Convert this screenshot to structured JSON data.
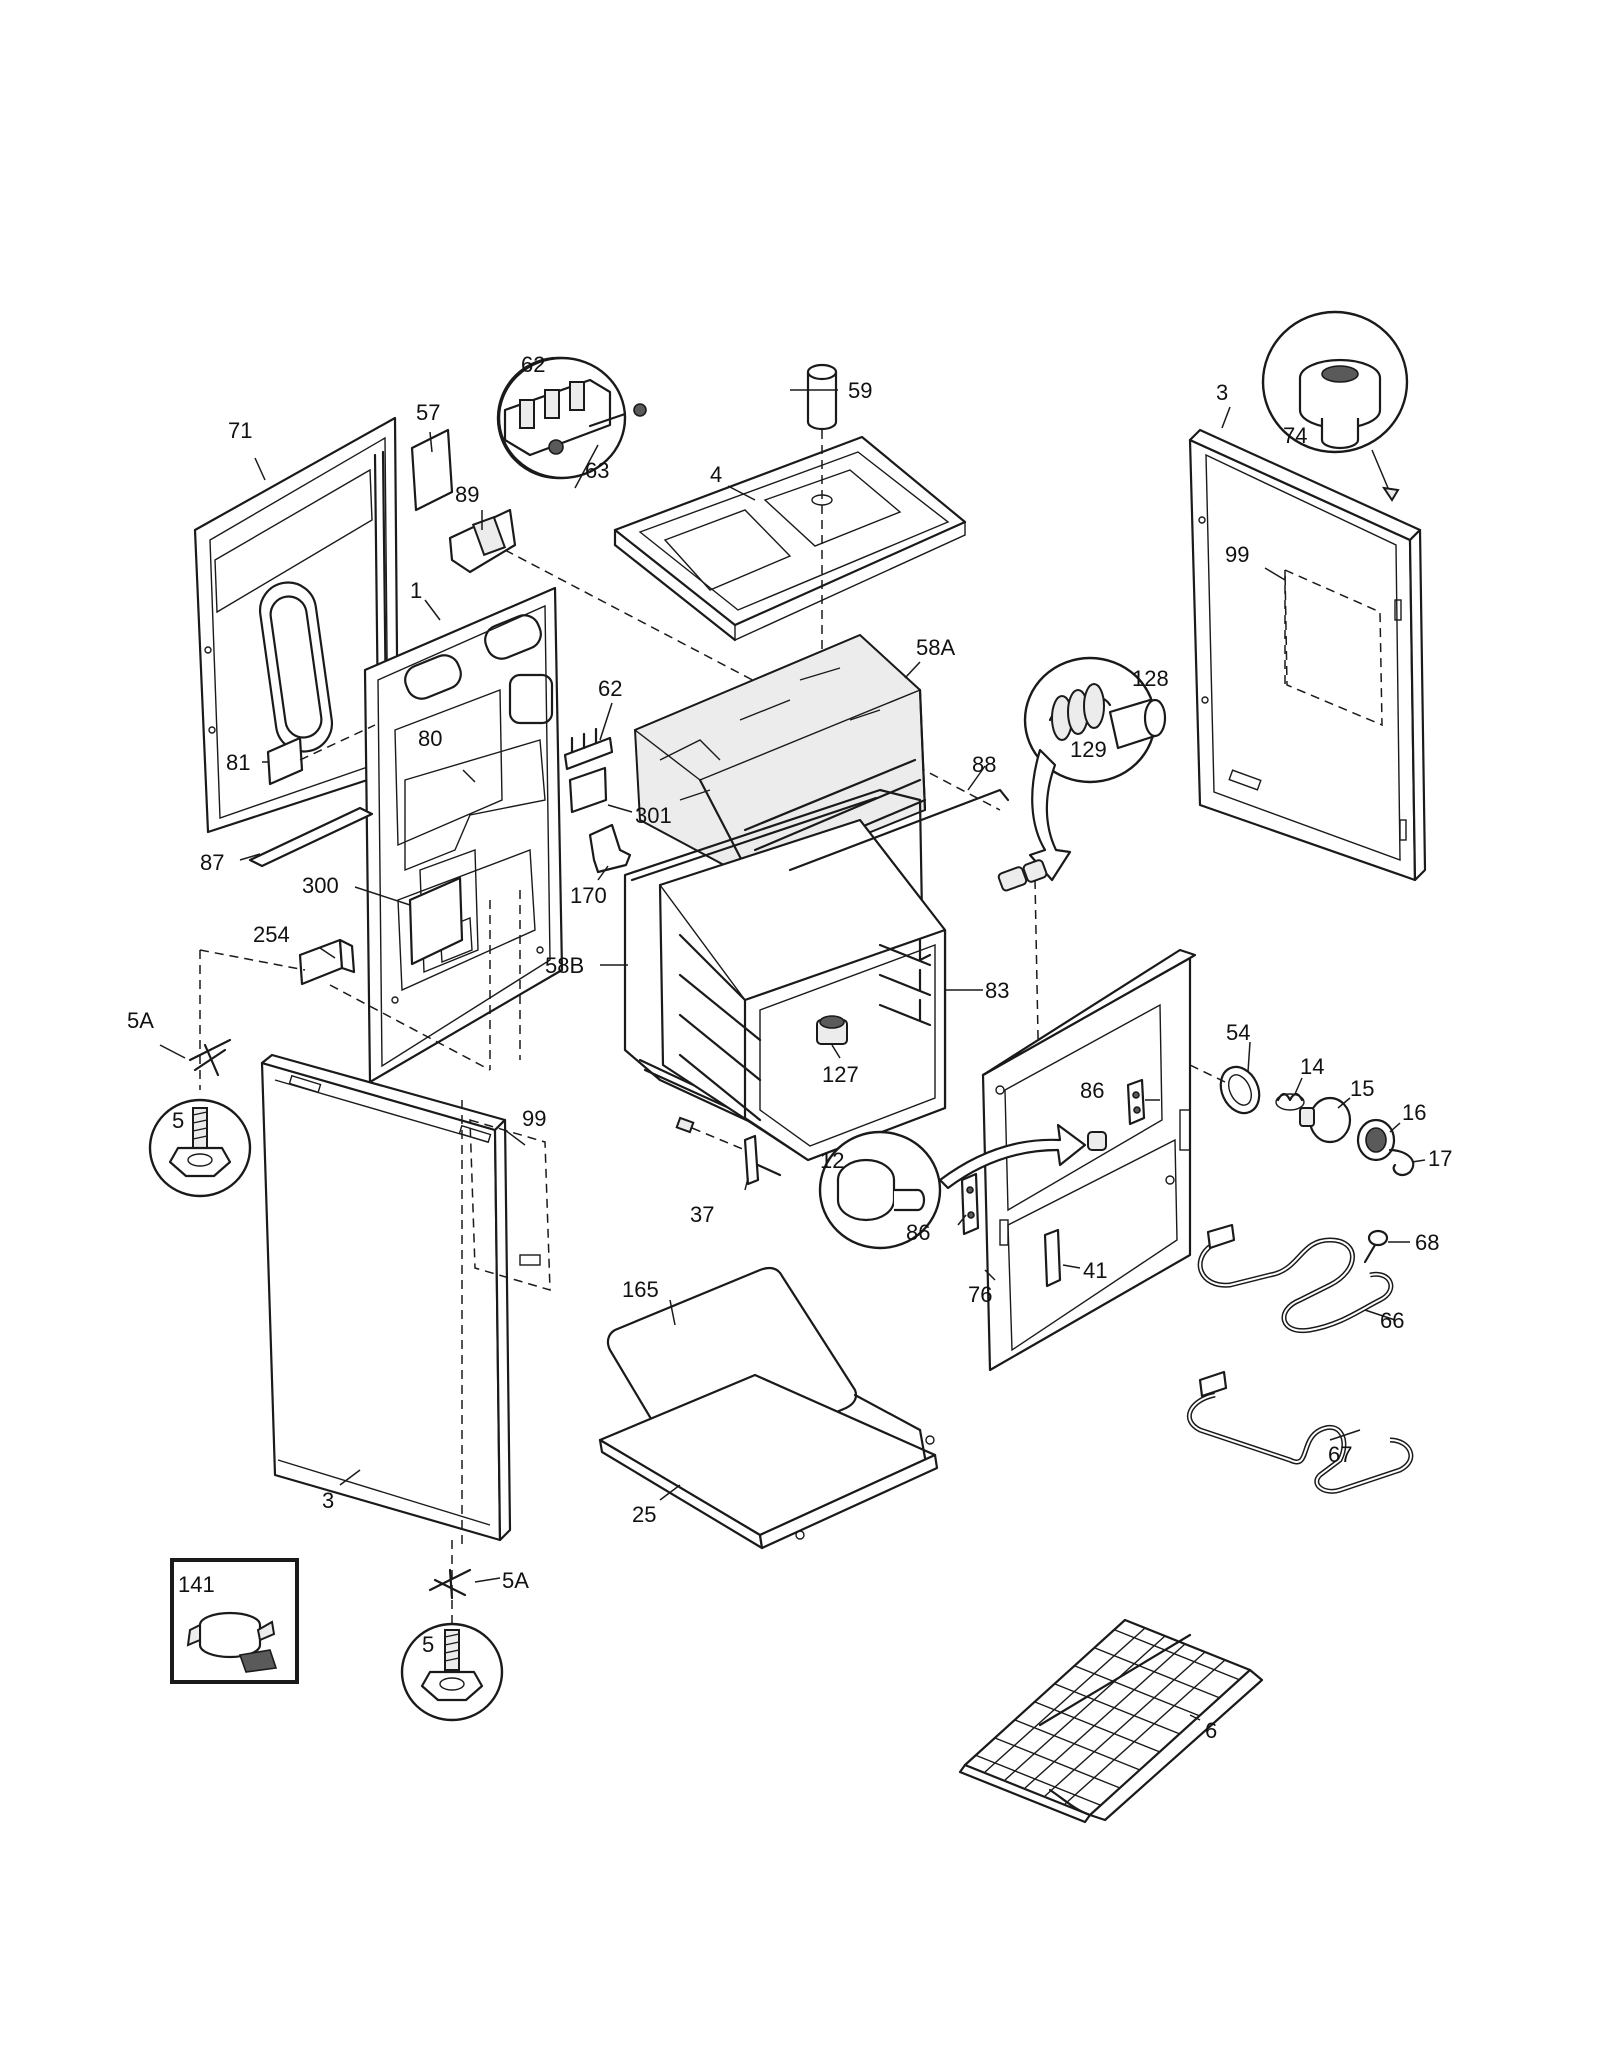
{
  "labels": {
    "l_71": "71",
    "l_57": "57",
    "l_62a": "62",
    "l_63": "63",
    "l_89": "89",
    "l_1": "1",
    "l_4": "4",
    "l_59": "59",
    "l_3a": "3",
    "l_74": "74",
    "l_99a": "99",
    "l_58a": "58A",
    "l_62b": "62",
    "l_301": "301",
    "l_80": "80",
    "l_81": "81",
    "l_87": "87",
    "l_300": "300",
    "l_170": "170",
    "l_128": "128",
    "l_129": "129",
    "l_88": "88",
    "l_254": "254",
    "l_58b": "58B",
    "l_83": "83",
    "l_127": "127",
    "l_5a_top": "5A",
    "l_5_top": "5",
    "l_99b": "99",
    "l_54": "54",
    "l_14": "14",
    "l_15": "15",
    "l_16": "16",
    "l_17": "17",
    "l_86a": "86",
    "l_12": "12",
    "l_86b": "86",
    "l_37": "37",
    "l_76": "76",
    "l_41": "41",
    "l_68": "68",
    "l_66": "66",
    "l_165": "165",
    "l_67": "67",
    "l_3b": "3",
    "l_25": "25",
    "l_5a_bottom": "5A",
    "l_141": "141",
    "l_5_bottom": "5",
    "l_6": "6"
  }
}
